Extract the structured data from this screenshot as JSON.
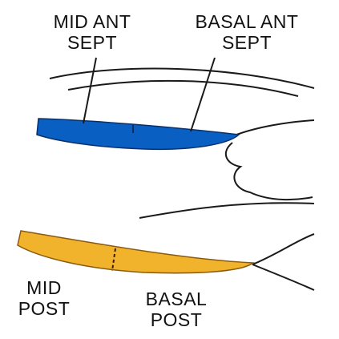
{
  "labels": {
    "mid_ant_sept": {
      "line1": "MID ANT",
      "line2": "SEPT"
    },
    "basal_ant_sept": {
      "line1": "BASAL ANT",
      "line2": "SEPT"
    },
    "mid_post": {
      "line1": "MID",
      "line2": "POST"
    },
    "basal_post": {
      "line1": "BASAL",
      "line2": "POST"
    }
  },
  "colors": {
    "septum_fill": "#0a5fc2",
    "posterior_fill": "#f2b32c",
    "outline": "#1a1a1a",
    "segment_divider": "#3a1a0a"
  }
}
